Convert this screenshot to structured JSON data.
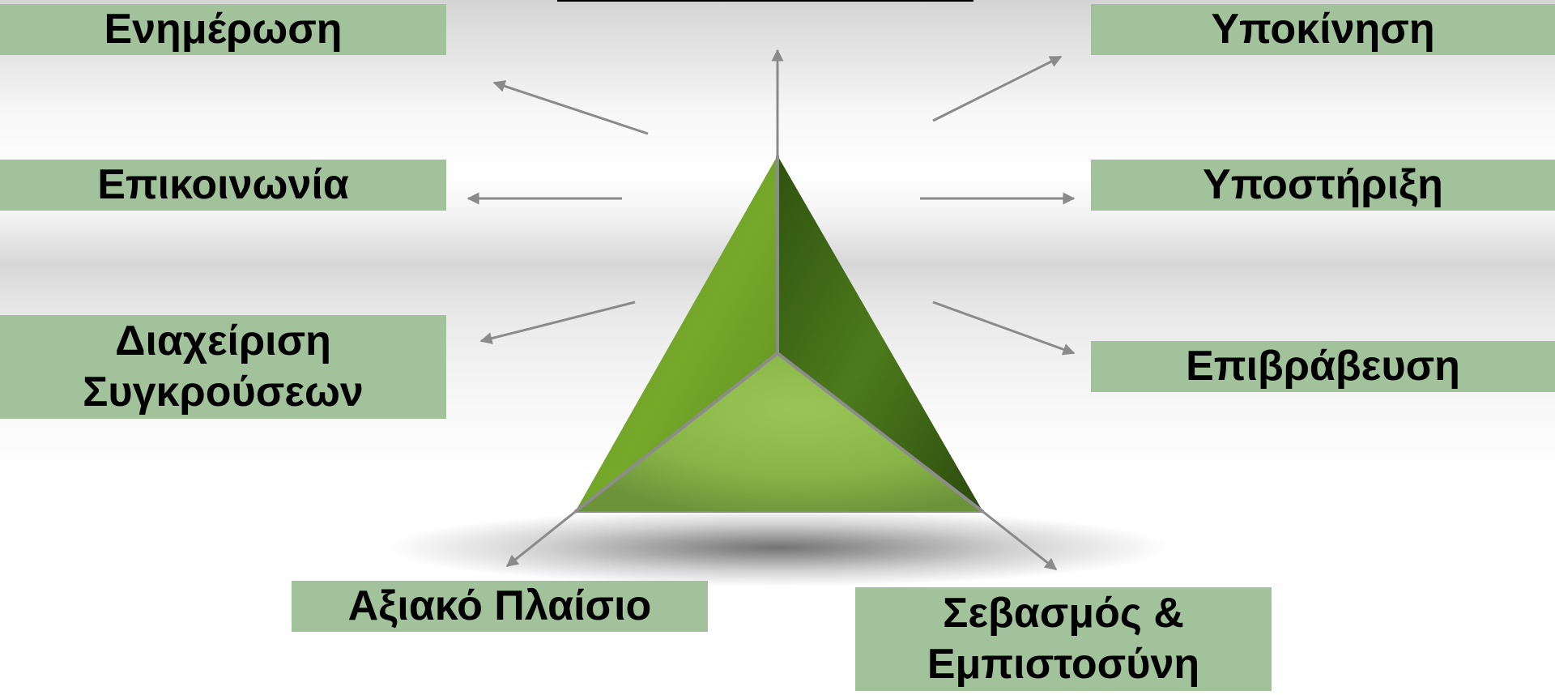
{
  "labels": {
    "enimerosi": "Ενημέρωση",
    "epikoinonia": "Επικοινωνία",
    "diaxeirisi": "Διαχείριση\nΣυγκρούσεων",
    "axiako": "Αξιακό Πλαίσιο",
    "ypokinisi": "Υποκίνηση",
    "ypostirixi": "Υποστήριξη",
    "epivraveusi": "Επιβράβευση",
    "sevasmos": "Σεβασμός &\nΕμπιστοσύνη"
  },
  "colors": {
    "label_fill": "#a2c29b",
    "arrow": "#8a8a8a",
    "pyramid_left": "#6a9c22",
    "pyramid_right": "#3f6514",
    "pyramid_base": "#8db84a"
  }
}
